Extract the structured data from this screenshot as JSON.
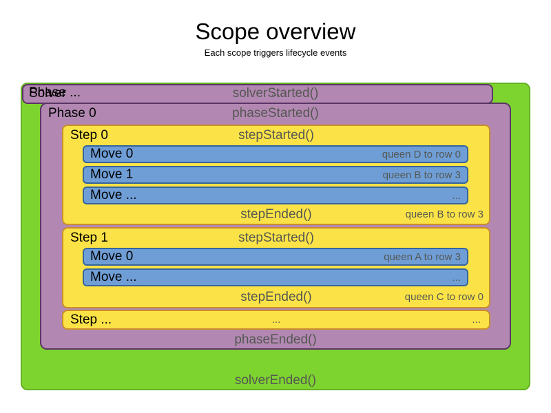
{
  "title": "Scope overview",
  "subtitle": "Each scope triggers lifecycle events",
  "solver": {
    "label": "Solver",
    "started_event": "solverStarted()",
    "ended_event": "solverEnded()"
  },
  "phase": {
    "label": "Phase 0",
    "started_event": "phaseStarted()",
    "ended_event": "phaseEnded()"
  },
  "phase_more": {
    "label": "Phase ...",
    "center_dots": "..."
  },
  "steps": [
    {
      "label": "Step 0",
      "started_event": "stepStarted()",
      "ended_event": "stepEnded()",
      "ended_note": "queen B to row 3",
      "moves": [
        {
          "label": "Move 0",
          "note": "queen D to row 0"
        },
        {
          "label": "Move 1",
          "note": "queen B to row 3"
        },
        {
          "label": "Move ...",
          "note": "..."
        }
      ]
    },
    {
      "label": "Step 1",
      "started_event": "stepStarted()",
      "ended_event": "stepEnded()",
      "ended_note": "queen C to row 0",
      "moves": [
        {
          "label": "Move 0",
          "note": "queen A to row 3"
        },
        {
          "label": "Move ...",
          "note": "..."
        }
      ]
    }
  ],
  "step_more": {
    "label": "Step ...",
    "center_dots": "...",
    "right_dots": "..."
  },
  "colors": {
    "solver_fill": "#7ed42f",
    "solver_border": "#64b122",
    "phase_fill": "#b288b2",
    "phase_border": "#5c3566",
    "step_fill": "#fbe347",
    "step_border": "#c98e2b",
    "move_fill": "#6f9ed6",
    "move_border": "#35649e",
    "label_color": "#000000",
    "event_color": "#555753"
  }
}
